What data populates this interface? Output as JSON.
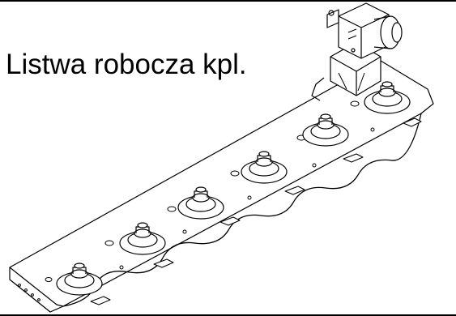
{
  "page": {
    "title": "Listwa robocza kpl."
  },
  "drawing": {
    "subject": "cutter bar assembly with gearbox and rotating discs",
    "line_color": "#000000",
    "background": "#ffffff",
    "disc_count": 6
  }
}
